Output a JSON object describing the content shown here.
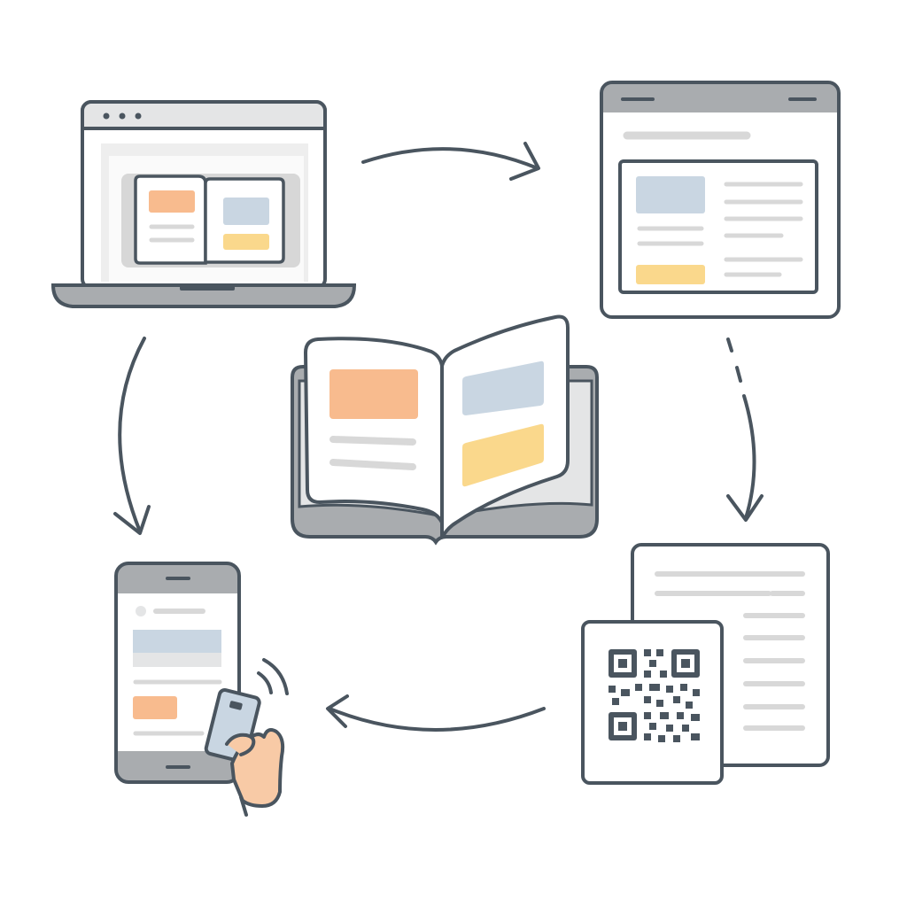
{
  "diagram": {
    "nodes": [
      {
        "id": "laptop",
        "icon": "laptop-showing-open-book-icon"
      },
      {
        "id": "browser",
        "icon": "browser-window-article-icon"
      },
      {
        "id": "documents",
        "icon": "document-with-qr-code-icon"
      },
      {
        "id": "phone",
        "icon": "smartphone-with-contactless-card-icon"
      },
      {
        "id": "book",
        "icon": "open-book-icon"
      }
    ],
    "edges": [
      {
        "from": "laptop",
        "to": "browser",
        "style": "solid"
      },
      {
        "from": "browser",
        "to": "documents",
        "style": "dashed"
      },
      {
        "from": "documents",
        "to": "phone",
        "style": "solid"
      },
      {
        "from": "laptop",
        "to": "phone",
        "style": "solid"
      }
    ]
  },
  "colors": {
    "outline": "#4a555f",
    "panel_gray": "#a9acaf",
    "light_gray": "#e4e5e6",
    "line_gray": "#d8d8d8",
    "orange": "#f8bb8e",
    "blue": "#c9d6e2",
    "yellow": "#fad88c",
    "skin": "#f8caa6",
    "white": "#ffffff"
  }
}
